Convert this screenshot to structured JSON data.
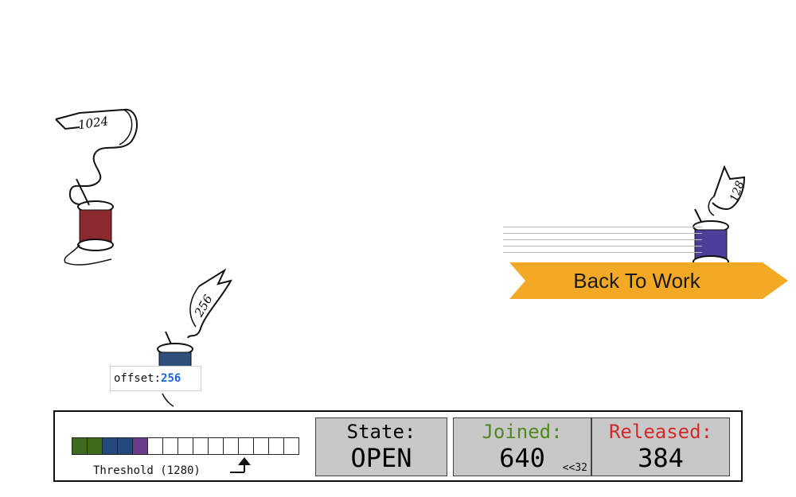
{
  "spools": [
    {
      "label": "1024",
      "color": "#8b2a2e"
    },
    {
      "label": "256",
      "color": "#2f4f7a"
    },
    {
      "label": "128",
      "color": "#4b3f9a"
    }
  ],
  "offset": {
    "label": "offset:",
    "value": "256"
  },
  "banner": {
    "label": "Back To Work",
    "color": "#f3a826"
  },
  "panel": {
    "cells": [
      {
        "color": "#3d6b1e"
      },
      {
        "color": "#3d6b1e"
      },
      {
        "color": "#23497a"
      },
      {
        "color": "#23497a"
      },
      {
        "color": "#6a3a8c"
      },
      {
        "color": "#ffffff"
      },
      {
        "color": "#ffffff"
      },
      {
        "color": "#ffffff"
      },
      {
        "color": "#ffffff"
      },
      {
        "color": "#ffffff"
      },
      {
        "color": "#ffffff"
      },
      {
        "color": "#ffffff"
      },
      {
        "color": "#ffffff"
      },
      {
        "color": "#ffffff"
      },
      {
        "color": "#ffffff"
      }
    ],
    "threshold_label": "Threshold (1280)",
    "state": {
      "label": "State:",
      "value": "OPEN"
    },
    "joined": {
      "label": "Joined:",
      "value": "640",
      "shift": "<<32",
      "color": "#4e8a1e"
    },
    "released": {
      "label": "Released:",
      "value": "384",
      "color": "#d42a2a"
    }
  }
}
